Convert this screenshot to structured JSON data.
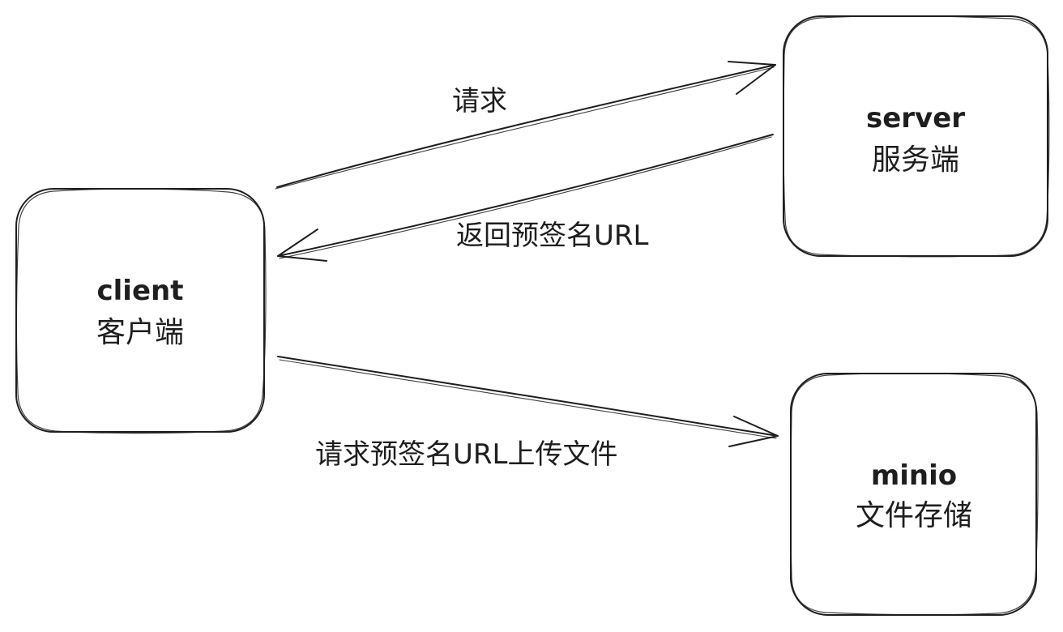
{
  "nodes": {
    "client": {
      "title": "client",
      "subtitle": "客户端"
    },
    "server": {
      "title": "server",
      "subtitle": "服务端"
    },
    "minio": {
      "title": "minio",
      "subtitle": "文件存储"
    }
  },
  "edges": {
    "request": {
      "label": "请求"
    },
    "return_url": {
      "label": "返回预签名URL"
    },
    "upload": {
      "label": "请求预签名URL上传文件"
    }
  },
  "colors": {
    "stroke": "#1e1e1e",
    "background": "#ffffff"
  }
}
